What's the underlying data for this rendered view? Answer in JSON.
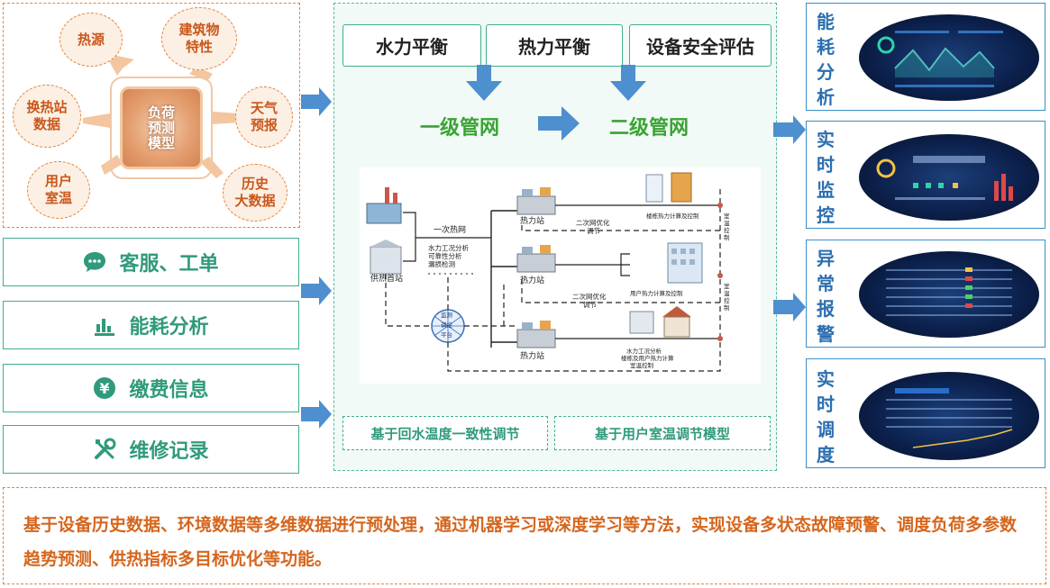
{
  "prediction_panel": {
    "core_label": "负荷\n预测\n模型",
    "inputs": [
      {
        "id": "heat-source",
        "label": "热源"
      },
      {
        "id": "building",
        "label": "建筑物\n特性"
      },
      {
        "id": "substation",
        "label": "换热站\n数据"
      },
      {
        "id": "weather",
        "label": "天气\n预报"
      },
      {
        "id": "user-temp",
        "label": "用户\n室温"
      },
      {
        "id": "history",
        "label": "历史\n大数据"
      }
    ]
  },
  "menu": [
    {
      "id": "service",
      "label": "客服、工单",
      "icon": "chat-icon"
    },
    {
      "id": "energy",
      "label": "能耗分析",
      "icon": "bar-chart-icon"
    },
    {
      "id": "billing",
      "label": "缴费信息",
      "icon": "yen-icon"
    },
    {
      "id": "repair",
      "label": "维修记录",
      "icon": "tools-icon"
    }
  ],
  "center": {
    "top_buttons": [
      "水力平衡",
      "热力平衡",
      "设备安全评估"
    ],
    "level1": "一级管网",
    "level2": "二级管网",
    "bottom_buttons": [
      "基于回水温度一致性调节",
      "基于用户室温调节模型"
    ],
    "schematic": {
      "primary_net": "一次热网",
      "supply_station": "供热首站",
      "hydraulic_analysis": "水力工况分析\n可靠性分析\n漏损检测",
      "platform": "监测\n调控\n平台",
      "station": "热力站",
      "secondary_opt": "二次网优化\n调节",
      "building_calc": "楼栋热力计算及控制",
      "user_calc": "用户热力计算及控制",
      "room_temp_ctrl": "室温控制",
      "bottom_analysis": "水力工况分析\n楼栋及用户热力计算\n室温控制"
    }
  },
  "right_panels": [
    {
      "id": "energy-analysis",
      "label": "能耗分析"
    },
    {
      "id": "realtime-monitor",
      "label": "实时监控"
    },
    {
      "id": "alarm",
      "label": "异常报警"
    },
    {
      "id": "realtime-dispatch",
      "label": "实时调度"
    }
  ],
  "note": "基于设备历史数据、环境数据等多维数据进行预处理，通过机器学习或深度学习等方法，实现设备多状态故障预警、调度负荷多参数趋势预测、供热指标多目标优化等功能。",
  "colors": {
    "orange": "#e8843a",
    "green": "#3fae8f",
    "blue": "#3a8fc7",
    "level_green": "#3aa334"
  }
}
